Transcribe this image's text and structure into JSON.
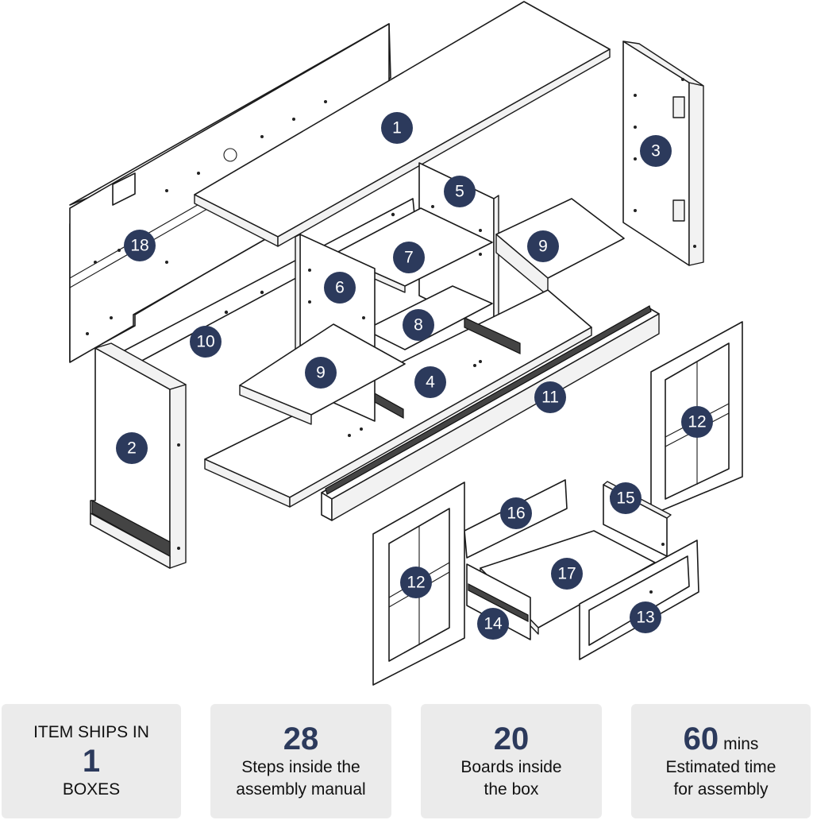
{
  "parts": {
    "p1": "1",
    "p2": "2",
    "p3": "3",
    "p4": "4",
    "p5": "5",
    "p6": "6",
    "p7": "7",
    "p8": "8",
    "p9a": "9",
    "p9b": "9",
    "p10": "10",
    "p11": "11",
    "p12a": "12",
    "p12b": "12",
    "p13": "13",
    "p14": "14",
    "p15": "15",
    "p16": "16",
    "p17": "17",
    "p18": "18"
  },
  "colors": {
    "badge": "#2c3a5c",
    "card_bg": "#ebebeb",
    "number": "#2c3a5c"
  },
  "cards": {
    "ships": {
      "line1": "ITEM SHIPS IN",
      "number": "1",
      "line2": "BOXES"
    },
    "steps": {
      "number": "28",
      "line1": "Steps inside the",
      "line2": "assembly manual"
    },
    "boards": {
      "number": "20",
      "line1": "Boards inside",
      "line2": "the box"
    },
    "time": {
      "number": "60",
      "unit": "mins",
      "line1": "Estimated time",
      "line2": "for assembly"
    }
  }
}
